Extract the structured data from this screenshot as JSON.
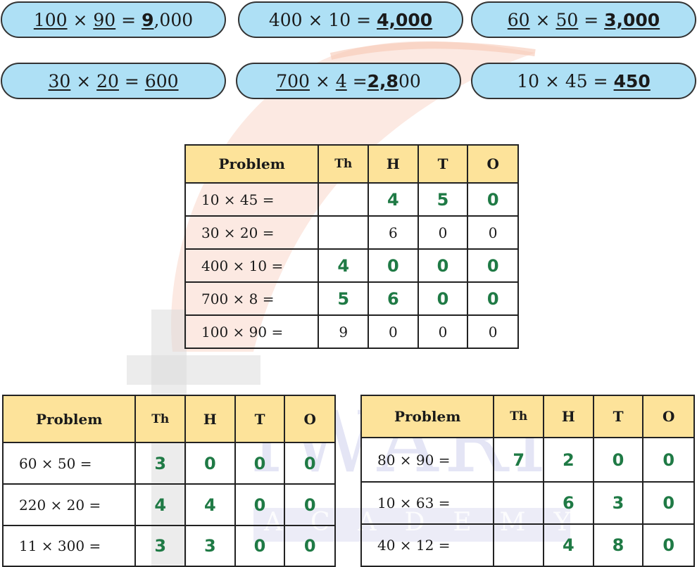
{
  "pills": [
    {
      "a": "100",
      "op": "×",
      "b": "90",
      "eq": "=",
      "lead": "9",
      "rest": ",000"
    },
    {
      "a": "400",
      "op": "×",
      "b": "10",
      "eq": "=",
      "ans": "4,000"
    },
    {
      "a": "60",
      "op": "×",
      "b": "50",
      "eq": "=",
      "ans": "3,000"
    },
    {
      "a": "30",
      "op": "×",
      "b": "20",
      "eq": "=",
      "ans": "600"
    },
    {
      "a": "700",
      "op": "×",
      "b": "4",
      "eq": "=",
      "lead": "2,8",
      "rest": "00"
    },
    {
      "a": "10",
      "op": "×",
      "b": "45",
      "eq": "=",
      "ans": "450"
    }
  ],
  "headers": {
    "problem": "Problem",
    "th": "Th",
    "h": "H",
    "t": "T",
    "o": "O"
  },
  "table_top": [
    {
      "problem": "10 × 45 =",
      "th": "",
      "h": "4",
      "t": "5",
      "o": "0"
    },
    {
      "problem": "30 × 20 =",
      "th": "",
      "h": "6",
      "t": "0",
      "o": "0"
    },
    {
      "problem": "400 × 10 =",
      "th": "4",
      "h": "0",
      "t": "0",
      "o": "0"
    },
    {
      "problem": "700 × 8 =",
      "th": "5",
      "h": "6",
      "t": "0",
      "o": "0"
    },
    {
      "problem": "100 × 90 =",
      "th": "9",
      "h": "0",
      "t": "0",
      "o": "0"
    }
  ],
  "table_left": [
    {
      "problem": "60 × 50 =",
      "th": "3",
      "h": "0",
      "t": "0",
      "o": "0"
    },
    {
      "problem": "220 × 20 =",
      "th": "4",
      "h": "4",
      "t": "0",
      "o": "0"
    },
    {
      "problem": "11 × 300 =",
      "th": "3",
      "h": "3",
      "t": "0",
      "o": "0"
    }
  ],
  "table_right": [
    {
      "problem": "80 × 90 =",
      "th": "7",
      "h": "2",
      "t": "0",
      "o": "0"
    },
    {
      "problem": "10 × 63 =",
      "th": "",
      "h": "6",
      "t": "3",
      "o": "0"
    },
    {
      "problem": "40 × 12 =",
      "th": "",
      "h": "4",
      "t": "8",
      "o": "0"
    }
  ],
  "watermark": {
    "word": "IWARI",
    "sub": "ACADEMY"
  }
}
